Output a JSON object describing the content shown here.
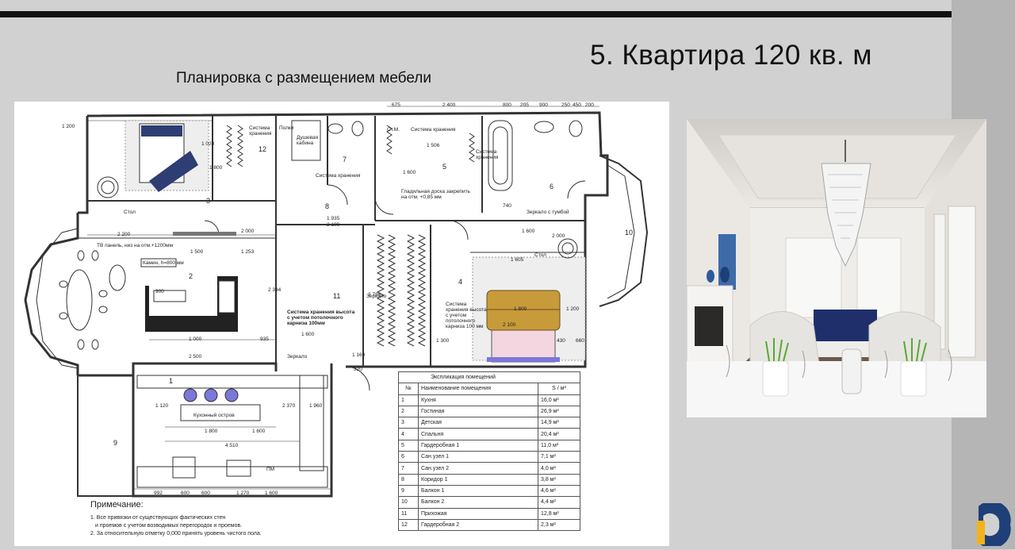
{
  "slide": {
    "title": "5. Квартира 120 кв. м",
    "subtitle": "Планировка с размещением мебели"
  },
  "plan": {
    "room_markers": [
      "1",
      "2",
      "3",
      "4",
      "5",
      "6",
      "7",
      "8",
      "9",
      "10",
      "11",
      "12"
    ],
    "labels": {
      "storage_12": "Система хранения",
      "shelves": "Полки",
      "shower": "Душевая кабина",
      "storage_7": "Система хранения",
      "stm": "Ст.М.",
      "storage_5_top": "Система хранения",
      "storage_5_side": "Система хранения",
      "ironing": "Гладильная доска закрепить на отм. +0,85 мм",
      "mirror_bedside": "Зеркало с тумбой",
      "table_3": "Стол",
      "table_4": "Стол",
      "tv_panel": "ТВ панель, низ на отм.+1200мм",
      "fireplace": "Камин, h=800 мм",
      "storage_11": "Система хранения высота с учетом потолочного карниза 100мм",
      "mirror_11": "Зеркало",
      "storage_4": "Система хранения высота с учетом потолочного карниза 100 мм",
      "mirror_hall": "Зеркало",
      "kitchen_island": "Кухонный остров",
      "pm": "ПМ"
    },
    "dimensions": {
      "top_row": [
        "675",
        "2 400",
        "800",
        "205",
        "900",
        "250",
        "450",
        "200"
      ],
      "misc": [
        "1 020",
        "1 800",
        "1 935",
        "2 100",
        "2 200",
        "2 000",
        "1 500",
        "1 253",
        "1 600",
        "1 000",
        "935",
        "900",
        "1 300",
        "2 394",
        "3 786",
        "2 500",
        "1 120",
        "1 800",
        "1 600",
        "4 510",
        "992",
        "600",
        "600",
        "1 270",
        "1 600",
        "2 370",
        "1 960",
        "1 160",
        "1 200",
        "2 000",
        "1 600",
        "1 605",
        "1 800",
        "2 100",
        "430",
        "660",
        "1 200",
        "1 506",
        "1 600",
        "740",
        "320"
      ]
    }
  },
  "legend": {
    "caption": "Экспликация помещений",
    "headers": [
      "№",
      "Наименование помещения",
      "S / м²"
    ],
    "rows": [
      {
        "n": "1",
        "name": "Кухня",
        "s": "16,0 м²"
      },
      {
        "n": "2",
        "name": "Гостиная",
        "s": "26,9 м²"
      },
      {
        "n": "3",
        "name": "Детская",
        "s": "14,9 м²"
      },
      {
        "n": "4",
        "name": "Спальня",
        "s": "20,4 м²"
      },
      {
        "n": "5",
        "name": "Гардеробная 1",
        "s": "11,0 м²"
      },
      {
        "n": "6",
        "name": "Сан.узел 1",
        "s": "7,1 м²"
      },
      {
        "n": "7",
        "name": "Сан.узел 2",
        "s": "4,0 м²"
      },
      {
        "n": "8",
        "name": "Коридор 1",
        "s": "3,8 м²"
      },
      {
        "n": "9",
        "name": "Балкон 1",
        "s": "4,6 м²"
      },
      {
        "n": "10",
        "name": "Балкон 2",
        "s": "4,4 м²"
      },
      {
        "n": "11",
        "name": "Прихожая",
        "s": "12,8 м²"
      },
      {
        "n": "12",
        "name": "Гардеробная 2",
        "s": "2,3 м²"
      }
    ]
  },
  "notes": {
    "heading": "Примечание:",
    "lines": [
      "1. Все привязки от существующих фактических стен",
      "и проемов с учетом возводимых перегородок и проемов.",
      "2. За относительную отметку 0,000 принять уровень чистого пола."
    ]
  },
  "colors": {
    "background": "#d1d1d1",
    "side_strip": "#b5b5b5",
    "top_bar": "#111111",
    "bed_blue": "#2e3d73",
    "chair_purple": "#7a78d8",
    "bed_gold": "#c79a3a",
    "logo_blue": "#1f3f78",
    "logo_yellow": "#f2b21b"
  }
}
